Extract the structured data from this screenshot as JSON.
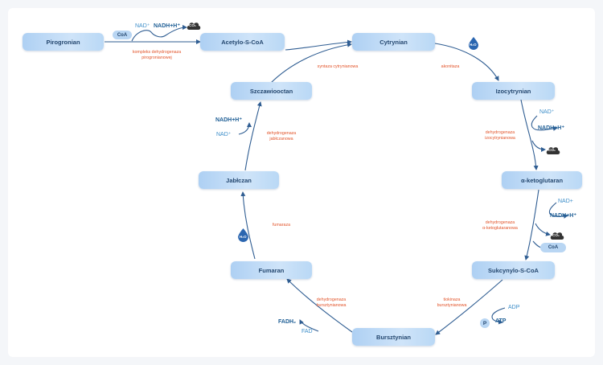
{
  "nodes": {
    "pyruvate": "Pirogronian",
    "acetyl_coa": "Acetylo-S-CoA",
    "citrate": "Cytrynian",
    "isocitrate": "Izocytrynian",
    "alpha_ketoglutarate": "α-ketoglutaran",
    "succinyl_coa": "Sukcynylo-S-CoA",
    "succinate": "Bursztynian",
    "fumarate": "Fumaran",
    "malate": "Jabłczan",
    "oxaloacetate": "Szczawiooctan"
  },
  "enzymes": {
    "pdh_line1": "kompleks dehydrogenaza",
    "pdh_line2": "pirogronianowej",
    "citrate_synthase": "syntaza cytrynianowa",
    "aconitase": "akonitaza",
    "idh_line1": "dehydrogenaza",
    "idh_line2": "izocytrynianowa",
    "akgdh_line1": "dehydrogenaza",
    "akgdh_line2": "α-ketoglutaranowa",
    "scs_line1": "tiokinaza",
    "scs_line2": "bursztynianowa",
    "sdh_line1": "dehydrogenaza",
    "sdh_line2": "bursztynianowa",
    "fumarase": "fumaraza",
    "mdh_line1": "dehydrogenaza",
    "mdh_line2": "jabłczanowa"
  },
  "cofactors": {
    "pdh_coa": "CoA",
    "pdh_nad": "NAD⁺",
    "pdh_nadh": "NADH+H⁺",
    "pdh_co2": "CO₂",
    "aconitase_h2o": "H₂O",
    "idh_nad": "NAD⁺",
    "idh_nadh": "NADH+H⁺",
    "idh_co2": "CO₂",
    "akgdh_nad": "NAD+",
    "akgdh_nadh": "NADH+H⁺",
    "akgdh_co2": "CO₂",
    "akgdh_coa": "CoA",
    "scs_adp": "ADP",
    "scs_p": "P",
    "scs_atp": "ATP",
    "sdh_fadh2": "FADH₂",
    "sdh_fad": "FAD",
    "fumarase_h2o": "H₂O",
    "mdh_nadh": "NADH+H⁺",
    "mdh_nad": "NAD⁺"
  },
  "colors": {
    "arrow": "#2f5d92",
    "enzyme": "#e2542a",
    "cofactor_light": "#3d8ec9",
    "cofactor_dark": "#1f5f96",
    "node": "#aed0f3",
    "co2_cloud": "#333333",
    "water_drop": "#2b66b0"
  }
}
